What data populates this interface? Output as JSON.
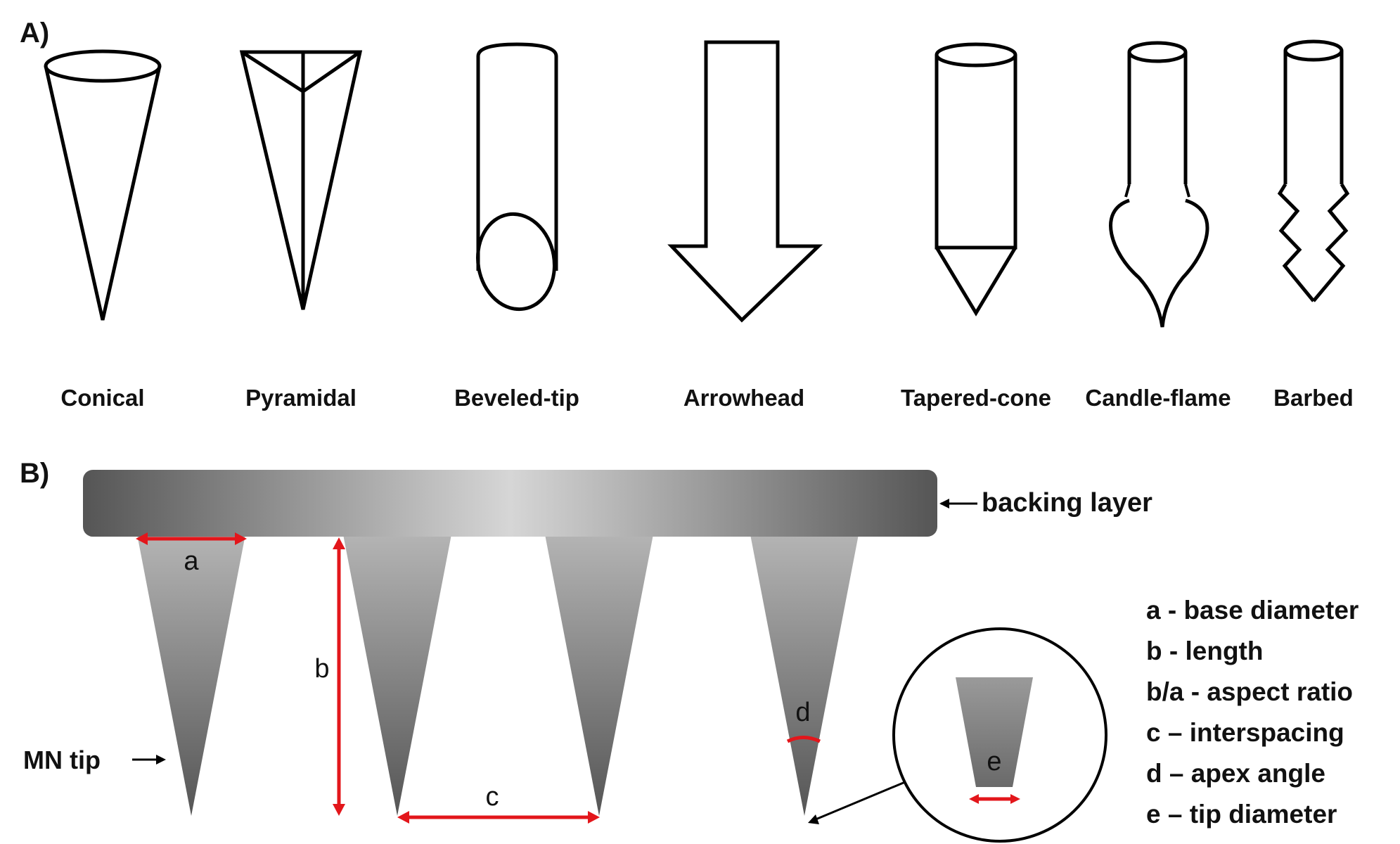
{
  "panel_a": {
    "label": "A)",
    "shapes": [
      {
        "id": "conical",
        "name": "Conical"
      },
      {
        "id": "pyramidal",
        "name": "Pyramidal"
      },
      {
        "id": "beveled-tip",
        "name": "Beveled-tip"
      },
      {
        "id": "arrowhead",
        "name": "Arrowhead"
      },
      {
        "id": "tapered-cone",
        "name": "Tapered-cone"
      },
      {
        "id": "candle-flame",
        "name": "Candle-flame"
      },
      {
        "id": "barbed",
        "name": "Barbed"
      }
    ]
  },
  "panel_b": {
    "label": "B)",
    "backing_layer_label": "backing layer",
    "mn_tip_label": "MN tip",
    "markers": {
      "a": "a",
      "b": "b",
      "c": "c",
      "d": "d",
      "e": "e"
    },
    "legend": [
      "a - base diameter",
      "b - length",
      "b/a - aspect ratio",
      "c – interspacing",
      "d – apex angle",
      "e – tip diameter"
    ]
  },
  "colors": {
    "annotation_red": "#e3161b",
    "outline": "#000000",
    "grey_dark": "#555555",
    "grey_light": "#d9d9d9"
  }
}
